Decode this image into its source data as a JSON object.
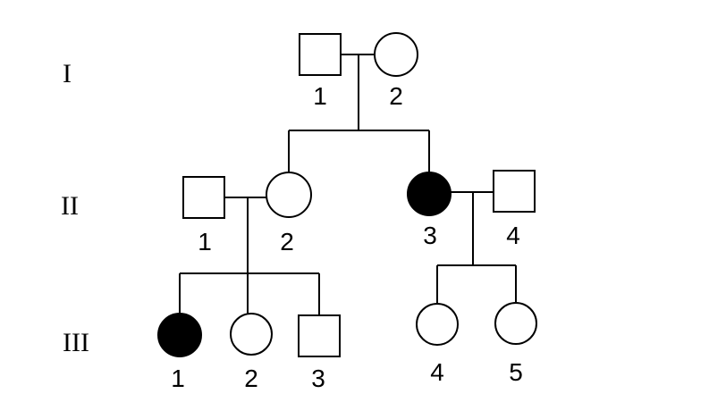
{
  "generations": [
    {
      "id": "I",
      "label": "I"
    },
    {
      "id": "II",
      "label": "II"
    },
    {
      "id": "III",
      "label": "III"
    }
  ],
  "individuals": [
    {
      "id": "I-1",
      "generation": "I",
      "number": "1",
      "sex": "male",
      "affected": false
    },
    {
      "id": "I-2",
      "generation": "I",
      "number": "2",
      "sex": "female",
      "affected": false
    },
    {
      "id": "II-1",
      "generation": "II",
      "number": "1",
      "sex": "male",
      "affected": false
    },
    {
      "id": "II-2",
      "generation": "II",
      "number": "2",
      "sex": "female",
      "affected": false
    },
    {
      "id": "II-3",
      "generation": "II",
      "number": "3",
      "sex": "female",
      "affected": true
    },
    {
      "id": "II-4",
      "generation": "II",
      "number": "4",
      "sex": "male",
      "affected": false
    },
    {
      "id": "III-1",
      "generation": "III",
      "number": "1",
      "sex": "female",
      "affected": true
    },
    {
      "id": "III-2",
      "generation": "III",
      "number": "2",
      "sex": "female",
      "affected": false
    },
    {
      "id": "III-3",
      "generation": "III",
      "number": "3",
      "sex": "male",
      "affected": false
    },
    {
      "id": "III-4",
      "generation": "III",
      "number": "4",
      "sex": "female",
      "affected": false
    },
    {
      "id": "III-5",
      "generation": "III",
      "number": "5",
      "sex": "female",
      "affected": false
    }
  ],
  "matings": [
    {
      "id": "m1",
      "partners": [
        "I-1",
        "I-2"
      ],
      "children": [
        "II-2",
        "II-3"
      ]
    },
    {
      "id": "m2",
      "partners": [
        "II-1",
        "II-2"
      ],
      "children": [
        "III-1",
        "III-2",
        "III-3"
      ]
    },
    {
      "id": "m3",
      "partners": [
        "II-3",
        "II-4"
      ],
      "children": [
        "III-4",
        "III-5"
      ]
    }
  ],
  "colors": {
    "line": "#000000",
    "affected_fill": "#000000",
    "unaffected_fill": "#ffffff"
  }
}
